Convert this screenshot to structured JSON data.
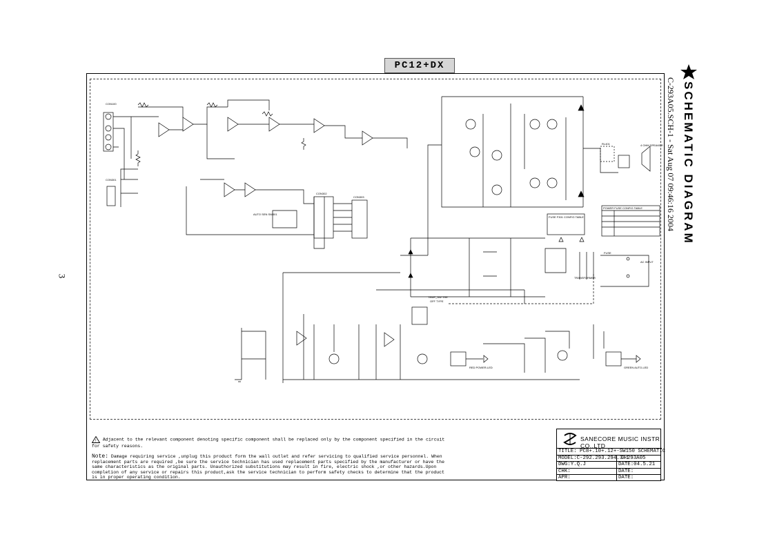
{
  "header": {
    "model_tab": "PC12+DX"
  },
  "side": {
    "title": "SCHEMATIC DIAGRAM",
    "file_stamp": "C-293A05.SCH-1 - Sat Aug 07 09:46:16 2004"
  },
  "page_number": "3",
  "notices": {
    "safety": "Adjacent to the relevant component denoting specific component shall be replaced only by the component specified in the circuit for safety reasons.",
    "note_label": "Note:",
    "note_text": "Damage requiring service ,unplug this product form the wall outlet and refer servicing to qualified service personnel. When replacement parts are required ,be sure the service technician has used replacement parts specified by the manufacturer or have the same characteristics as the original parts. Unauthorized substitutions may result in fire, electric shock ,or other hazards.Upon completion of any service or repairs this product,ask the service technician to perform safety checks to determine that the product is in proper operating condition."
  },
  "title_block": {
    "company": "SANECORE MUSIC INSTR CO.,LTD",
    "title": "TITLE: PC8+.10+.12+-SW150 SCHEMATIC",
    "model": "MODEL:C-292.293.294.341",
    "code": "C-293A05",
    "dwg": "DWG:Y.Q.J",
    "date": "DATE:04.5.21",
    "chk": "CHK:",
    "chk_date": "DATE:",
    "apr": "APR:",
    "apr_date": "DATE:"
  },
  "schematic_labels": {
    "input": "CON100",
    "con301": "CON301",
    "con302": "CON302",
    "con303": "CON303",
    "fuse_table_title": "POWER FUSE CONFIG TABLE",
    "fuse_config": "FUSE F301 CONFIG TABLE",
    "speaker": "4 OHM SPEAKER",
    "relay": "RL401",
    "transformer": "TRANSFORMER",
    "ac_input": "AC INPUT",
    "fuse": "FUSE",
    "power_led": "RED POWER-LED",
    "auto_led": "GREEN AUTO-LED",
    "auto_sw": "AUTO SEN SW301",
    "temp": "TEMP_SW THE",
    "t_auto": "OFF TYPE"
  }
}
